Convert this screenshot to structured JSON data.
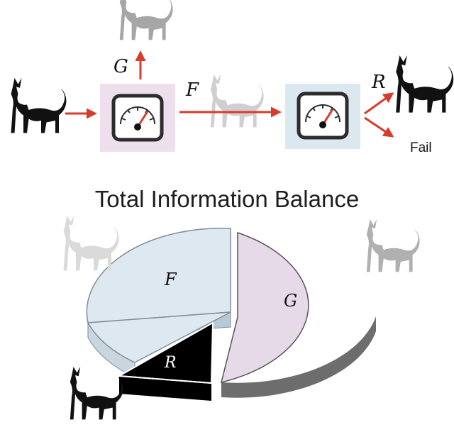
{
  "diagram": {
    "title": "Total Information Balance",
    "labels": {
      "g": "G",
      "f": "F",
      "r": "R",
      "fail": "Fail"
    },
    "pie": {
      "slices": [
        {
          "label": "F",
          "fraction": 0.27,
          "color": "#dde8f0"
        },
        {
          "label": "G",
          "fraction": 0.52,
          "color": "#e6dae8"
        },
        {
          "label": "R",
          "fraction": 0.09,
          "color": "#000000"
        }
      ]
    },
    "colors": {
      "arrow": "#d83a2c",
      "gauge_box_1": "#ede0ec",
      "gauge_box_2": "#dce8f0",
      "cat_dark": "#111111",
      "cat_grey": "#a6a6a6",
      "cat_light": "#cfcfcf"
    },
    "icons": [
      "cat-icon",
      "gauge-icon",
      "arrow-icon"
    ]
  }
}
